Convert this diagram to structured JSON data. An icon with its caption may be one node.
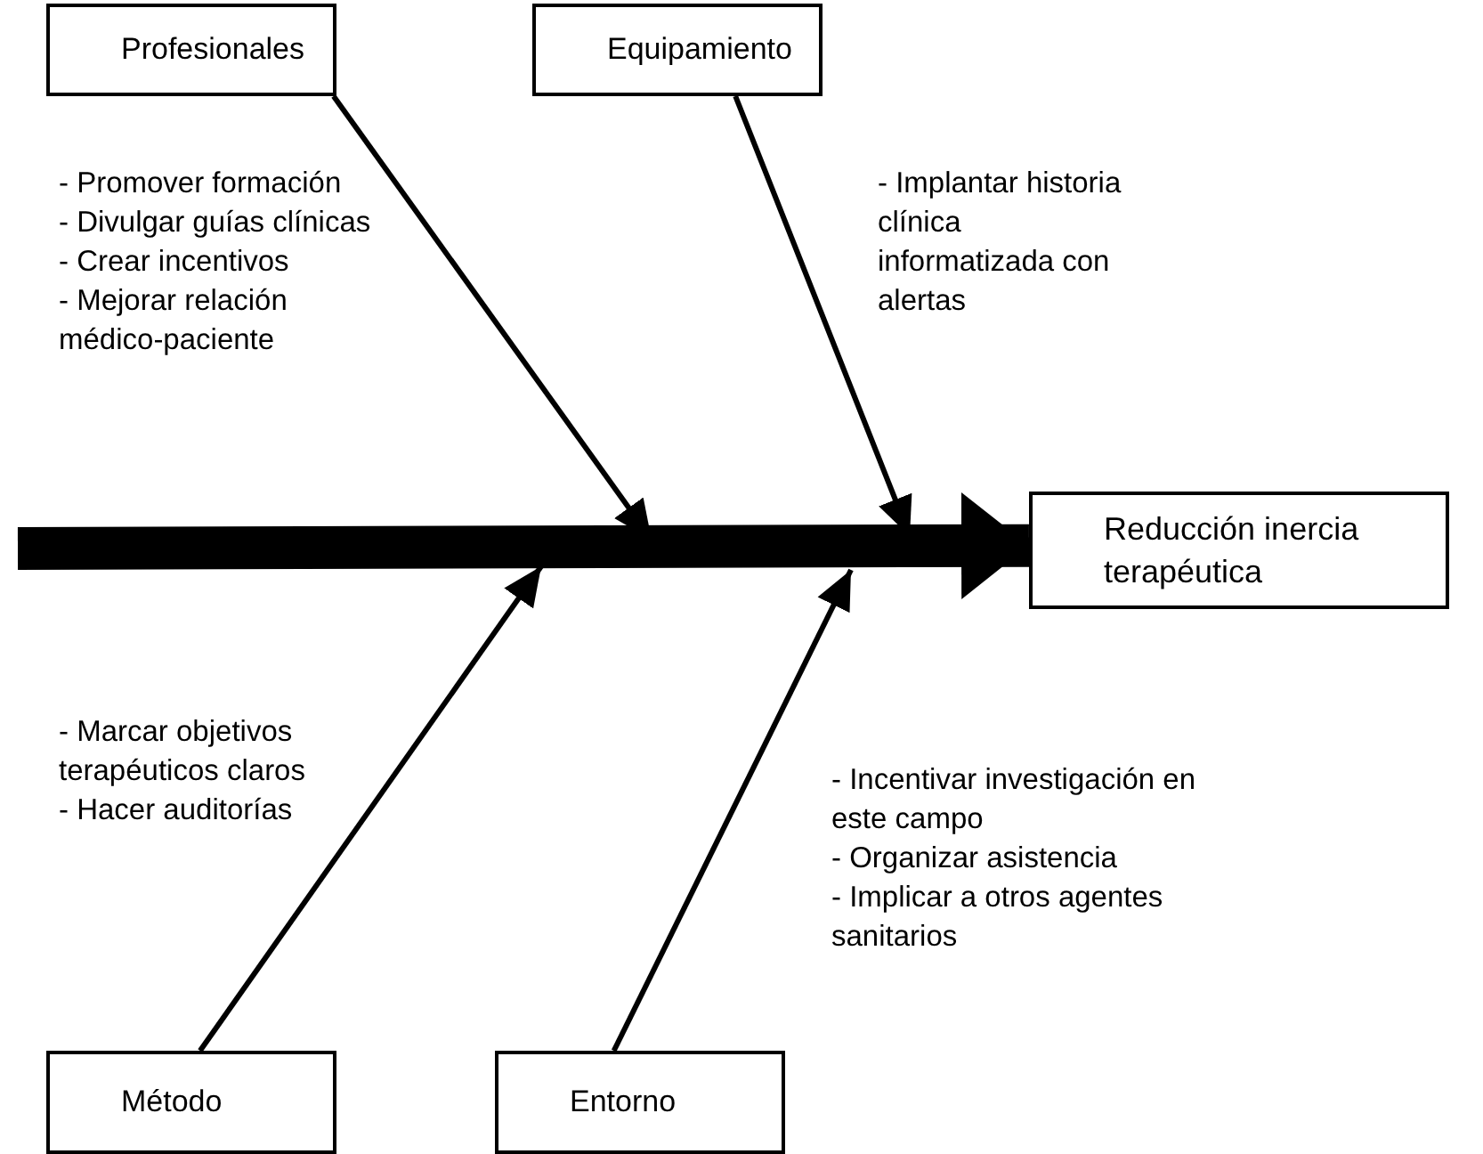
{
  "diagram": {
    "nodes": [
      {
        "text": [
          "Profesionales"
        ],
        "beside": [
          "- Promover formación",
          "- Divulgar guías clínicas",
          "- Crear incentivos",
          "- Mejorar relación médico-paciente"
        ]
      },
      {
        "text": [
          "Equipamiento"
        ],
        "beside": [
          "- Implantar historia clínica informatizada con alertas"
        ]
      },
      {
        "text": [
          "Reducción inercia terapéutica"
        ]
      },
      {
        "text": [
          "Método"
        ],
        "beside": [
          "- Marcar objetivos terapéuticos claros",
          "- Hacer auditorías"
        ]
      },
      {
        "text": [
          "Entorno"
        ],
        "beside": [
          "- Incentivar investigación en este campo",
          "- Organizar asistencia",
          "- Implicar a otros agentes sanitarios"
        ]
      }
    ],
    "edges": [
      {
        "from": 0,
        "to": null,
        "arrow": "to"
      },
      {
        "from": 1,
        "to": null,
        "arrow": "to"
      },
      {
        "from": 3,
        "to": null,
        "arrow": "to"
      },
      {
        "from": 4,
        "to": null,
        "arrow": "to"
      },
      {
        "from": null,
        "to": 2,
        "arrow": "to",
        "style": "thick"
      }
    ]
  }
}
